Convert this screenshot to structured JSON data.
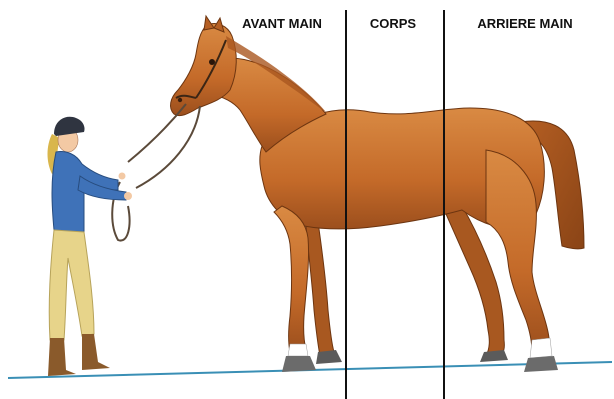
{
  "sections": [
    {
      "label": "AVANT MAIN"
    },
    {
      "label": "CORPS"
    },
    {
      "label": "ARRIERE MAIN"
    }
  ],
  "colors": {
    "horse_coat": "#c8702e",
    "horse_shadow": "#9c4f1d",
    "mane_tail": "#a9561f",
    "divider": "#111111",
    "ground": "#3a8fb5",
    "rider_jacket": "#3f72b8",
    "rider_breeches": "#e7d48a",
    "rider_helmet": "#2f3440",
    "rider_hair": "#d9b64c",
    "rider_boots": "#8a5a2b"
  }
}
